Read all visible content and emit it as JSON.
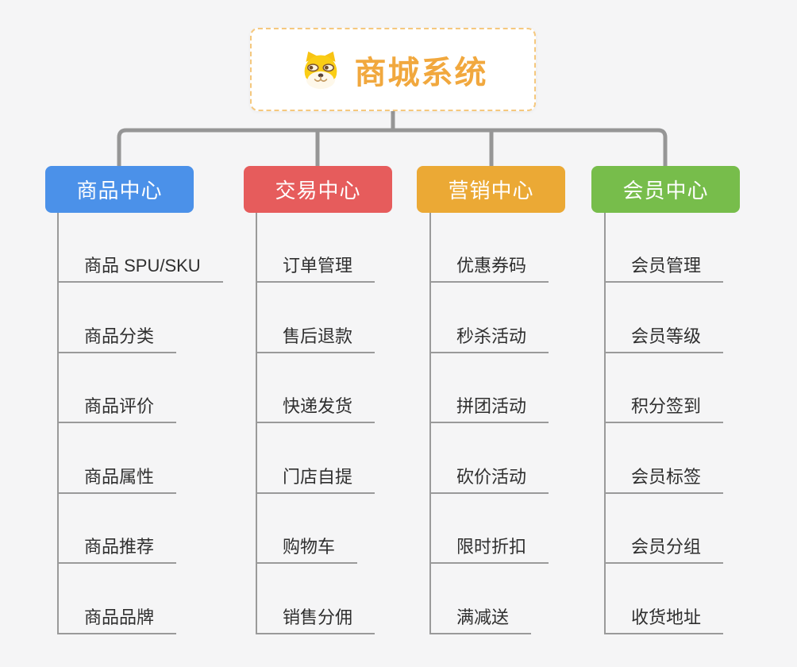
{
  "root": {
    "title": "商城系统",
    "icon": "doge-icon",
    "accent_color": "#f1a83e"
  },
  "branches": [
    {
      "label": "商品中心",
      "color": "#4b91e9",
      "children": [
        "商品 SPU/SKU",
        "商品分类",
        "商品评价",
        "商品属性",
        "商品推荐",
        "商品品牌"
      ]
    },
    {
      "label": "交易中心",
      "color": "#e65c5c",
      "children": [
        "订单管理",
        "售后退款",
        "快递发货",
        "门店自提",
        "购物车",
        "销售分佣"
      ]
    },
    {
      "label": "营销中心",
      "color": "#eba935",
      "children": [
        "优惠券码",
        "秒杀活动",
        "拼团活动",
        "砍价活动",
        "限时折扣",
        "满减送"
      ]
    },
    {
      "label": "会员中心",
      "color": "#77bd4b",
      "children": [
        "会员管理",
        "会员等级",
        "积分签到",
        "会员标签",
        "会员分组",
        "收货地址"
      ]
    }
  ]
}
